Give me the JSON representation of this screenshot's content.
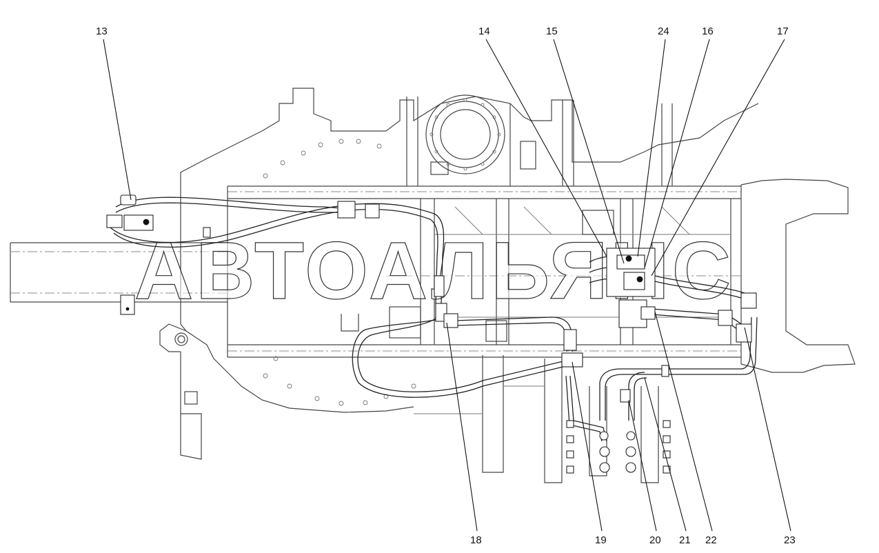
{
  "watermark": "АВТОАЛЬЯНС",
  "callouts": [
    {
      "id": "13",
      "label": "13"
    },
    {
      "id": "14",
      "label": "14"
    },
    {
      "id": "15",
      "label": "15"
    },
    {
      "id": "24",
      "label": "24"
    },
    {
      "id": "16",
      "label": "16"
    },
    {
      "id": "17",
      "label": "17"
    },
    {
      "id": "18",
      "label": "18"
    },
    {
      "id": "19",
      "label": "19"
    },
    {
      "id": "20",
      "label": "20"
    },
    {
      "id": "21",
      "label": "21"
    },
    {
      "id": "22",
      "label": "22"
    },
    {
      "id": "23",
      "label": "23"
    }
  ]
}
